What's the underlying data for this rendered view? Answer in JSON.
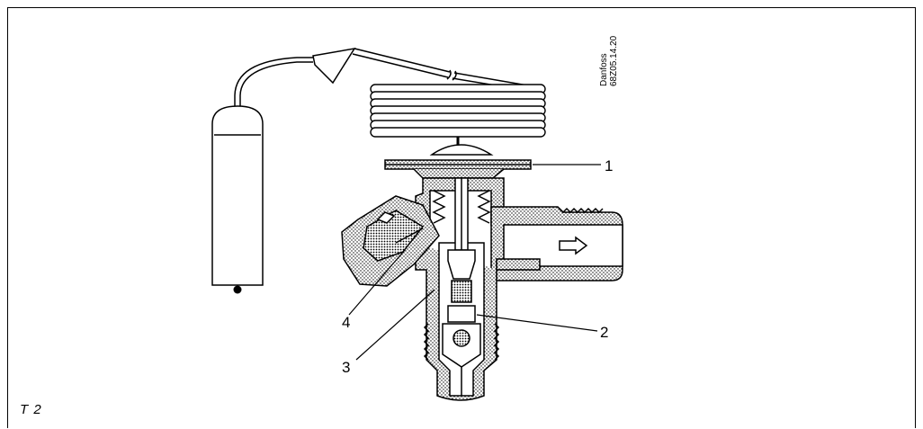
{
  "figure": {
    "label": "T 2",
    "code_brand": "Danfoss",
    "code_number": "68Z05.14.20"
  },
  "callouts": [
    {
      "id": "1",
      "text": "1"
    },
    {
      "id": "2",
      "text": "2"
    },
    {
      "id": "3",
      "text": "3"
    },
    {
      "id": "4",
      "text": "4"
    }
  ]
}
